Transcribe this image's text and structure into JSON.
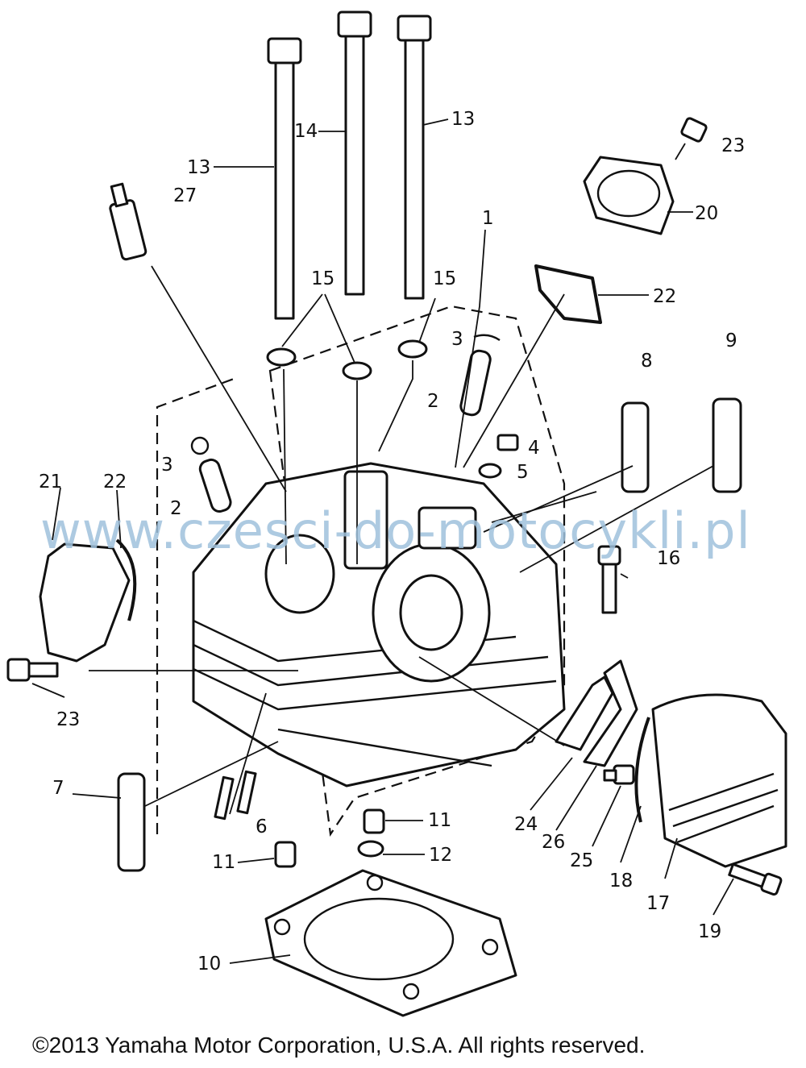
{
  "callouts": {
    "c1": "1",
    "c2a": "2",
    "c2b": "2",
    "c3a": "3",
    "c3b": "3",
    "c4": "4",
    "c5": "5",
    "c6": "6",
    "c7": "7",
    "c8": "8",
    "c9": "9",
    "c10": "10",
    "c11a": "11",
    "c11b": "11",
    "c12": "12",
    "c13a": "13",
    "c13b": "13",
    "c14": "14",
    "c15a": "15",
    "c15b": "15",
    "c16": "16",
    "c17": "17",
    "c18": "18",
    "c19": "19",
    "c20": "20",
    "c21": "21",
    "c22a": "22",
    "c22b": "22",
    "c23a": "23",
    "c23b": "23",
    "c24": "24",
    "c25": "25",
    "c26": "26",
    "c27": "27"
  },
  "watermark": "www.czesci-do-motocykli.pl",
  "copyright": "©2013 Yamaha Motor Corporation, U.S.A. All rights reserved."
}
